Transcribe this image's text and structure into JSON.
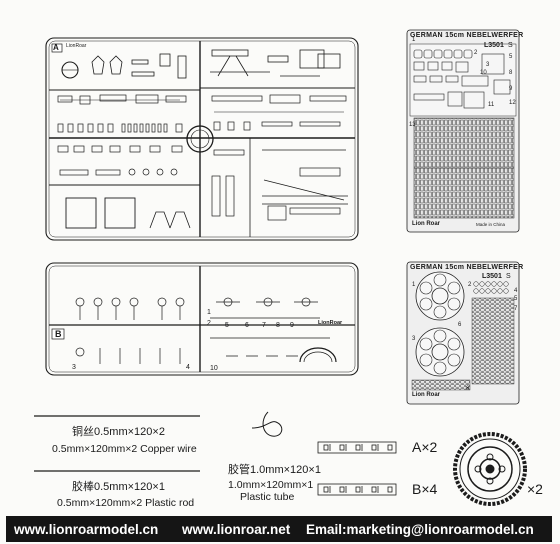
{
  "sprue_a": {
    "letter": "A",
    "tag": "LionRoar"
  },
  "sprue_b": {
    "letter": "B",
    "tag": "LionRoar",
    "part_numbers": [
      "1",
      "2",
      "3",
      "4",
      "5",
      "6",
      "7",
      "8",
      "9",
      "10"
    ]
  },
  "pe_top": {
    "title": "GERMAN 15cm NEBELWERFER",
    "code": "L3501",
    "mark": "S",
    "brand": "Lion Roar",
    "made_in": "Made in China",
    "numbers": [
      "1",
      "2",
      "3",
      "5",
      "8",
      "9",
      "10",
      "11",
      "12",
      "13"
    ]
  },
  "pe_bottom": {
    "title": "GERMAN 15cm NEBELWERFER",
    "code": "L3501",
    "mark": "S",
    "brand": "Lion Roar",
    "numbers": [
      "1",
      "2",
      "3",
      "4",
      "5",
      "6",
      "7",
      "8"
    ]
  },
  "copper_wire": {
    "cn": "铜丝0.5mm×120×2",
    "en": "0.5mm×120mm×2 Copper wire"
  },
  "plastic_rod": {
    "cn": "胶棒0.5mm×120×1",
    "en": "0.5mm×120mm×2 Plastic rod"
  },
  "plastic_tube": {
    "cn": "胶管1.0mm×120×1",
    "en1": "1.0mm×120mm×1",
    "en2": "Plastic tube"
  },
  "extras": {
    "a_count": "A×2",
    "b_count": "B×4",
    "wheel_count": "×2"
  },
  "footer": {
    "site1": "www.lionroarmodel.cn",
    "site2": "www.lionroar.net",
    "email": "Email:marketing@lionroarmodel.cn"
  }
}
